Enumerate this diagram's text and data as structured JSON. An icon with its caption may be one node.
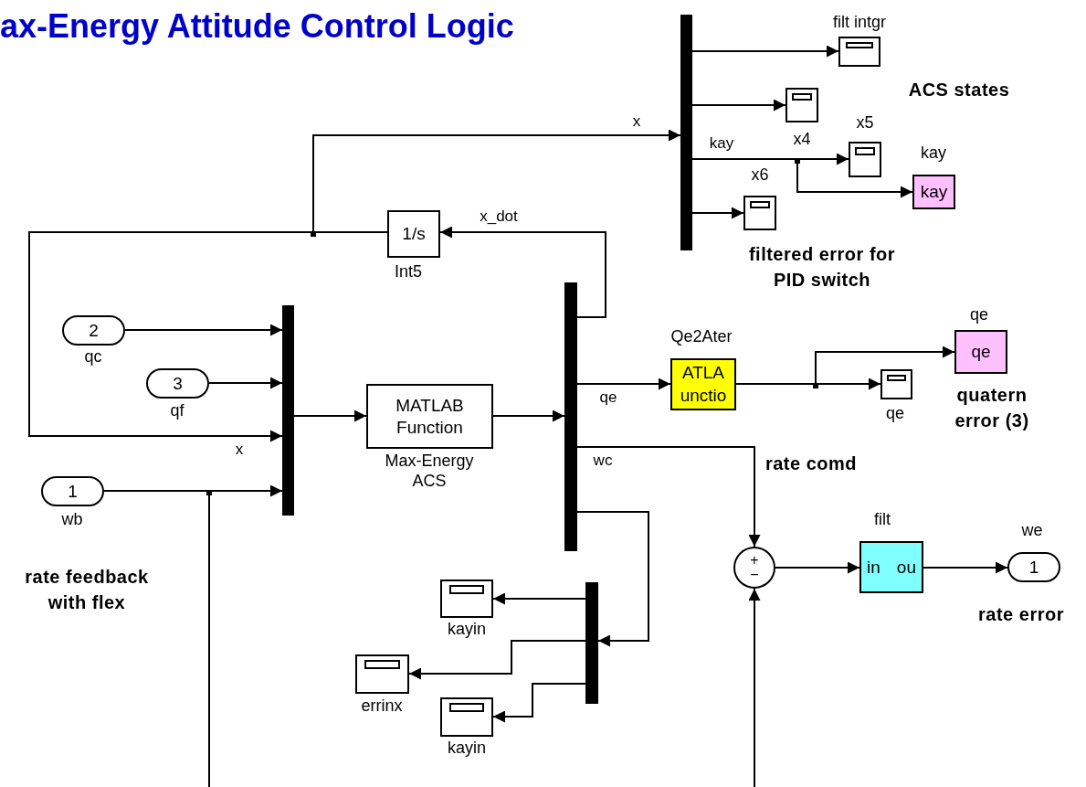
{
  "diagram": {
    "title": "ax-Energy Attitude Control Logic",
    "nodes": [
      {
        "text": [],
        "shape": "bar"
      },
      {
        "text": [],
        "shape": "box",
        "beside": [
          "filt intgr"
        ]
      },
      {
        "text": [],
        "shape": "box",
        "beside": [
          "x4"
        ]
      },
      {
        "text": [],
        "shape": "box",
        "beside": [
          "x5"
        ]
      },
      {
        "text": [
          "kay"
        ],
        "beside": [
          "kay"
        ]
      },
      {
        "text": [],
        "shape": "box",
        "beside": [
          "x6"
        ]
      },
      {
        "text": [
          "1/s"
        ],
        "beside": [
          "Int5"
        ]
      },
      {
        "text": [
          "2"
        ],
        "beside": [
          "qc"
        ]
      },
      {
        "text": [
          "3"
        ],
        "beside": [
          "qf"
        ]
      },
      {
        "text": [
          "1"
        ],
        "beside": [
          "wb"
        ]
      },
      {
        "text": [],
        "shape": "bar"
      },
      {
        "text": [
          "MATLAB Function"
        ],
        "beside": [
          "Max-Energy ACS"
        ]
      },
      {
        "text": [],
        "shape": "bar"
      },
      {
        "text": [
          "ATLA unctio"
        ],
        "beside": [
          "Qe2Ater"
        ]
      },
      {
        "text": [],
        "shape": "box",
        "beside": [
          "qe"
        ]
      },
      {
        "text": [
          "qe"
        ],
        "beside": [
          "qe"
        ]
      },
      {
        "text": [
          "+",
          "−"
        ]
      },
      {
        "text": [
          "in",
          "ou"
        ],
        "beside": [
          "filt"
        ]
      },
      {
        "text": [
          "1"
        ],
        "beside": [
          "we"
        ]
      },
      {
        "text": [],
        "shape": "bar"
      },
      {
        "text": [],
        "shape": "box",
        "beside": [
          "kayin"
        ]
      },
      {
        "text": [],
        "shape": "box",
        "beside": [
          "errinx"
        ]
      },
      {
        "text": [],
        "shape": "box",
        "beside": [
          "kayin"
        ]
      }
    ],
    "edges": [
      {
        "from": 6,
        "to": 0,
        "arrow": "to",
        "label": "x"
      },
      {
        "from": 6,
        "to": 10,
        "arrow": "to",
        "label": "x"
      },
      {
        "from": 0,
        "to": 1,
        "arrow": "to"
      },
      {
        "from": 0,
        "to": 2,
        "arrow": "to"
      },
      {
        "from": 0,
        "to": 3,
        "arrow": "to",
        "label": "kay"
      },
      {
        "from": 0,
        "to": 4,
        "arrow": "to"
      },
      {
        "from": 0,
        "to": 5,
        "arrow": "to"
      },
      {
        "from": 7,
        "to": 10,
        "arrow": "to"
      },
      {
        "from": 8,
        "to": 10,
        "arrow": "to"
      },
      {
        "from": 9,
        "to": 10,
        "arrow": "to"
      },
      {
        "from": 9,
        "to": null,
        "arrow": "none"
      },
      {
        "from": 10,
        "to": 11,
        "arrow": "to"
      },
      {
        "from": 11,
        "to": 12,
        "arrow": "to"
      },
      {
        "from": 12,
        "to": 6,
        "arrow": "to",
        "label": "x_dot"
      },
      {
        "from": 12,
        "to": 13,
        "arrow": "to",
        "label": "qe"
      },
      {
        "from": 13,
        "to": 14,
        "arrow": "to"
      },
      {
        "from": 13,
        "to": 15,
        "arrow": "to"
      },
      {
        "from": 12,
        "to": 16,
        "arrow": "to",
        "label": "wc"
      },
      {
        "from": 12,
        "to": 19,
        "arrow": "to"
      },
      {
        "from": 19,
        "to": 20,
        "arrow": "to"
      },
      {
        "from": 19,
        "to": 21,
        "arrow": "to"
      },
      {
        "from": 19,
        "to": 22,
        "arrow": "to"
      },
      {
        "from": null,
        "to": 16,
        "arrow": "to"
      },
      {
        "from": 16,
        "to": 17,
        "arrow": "to"
      },
      {
        "from": 17,
        "to": 18,
        "arrow": "to"
      }
    ],
    "labels": [
      "ACS states",
      "filtered error for PID switch",
      "quatern error (3)",
      "rate comd",
      "rate feedback with flex",
      "rate error"
    ]
  }
}
